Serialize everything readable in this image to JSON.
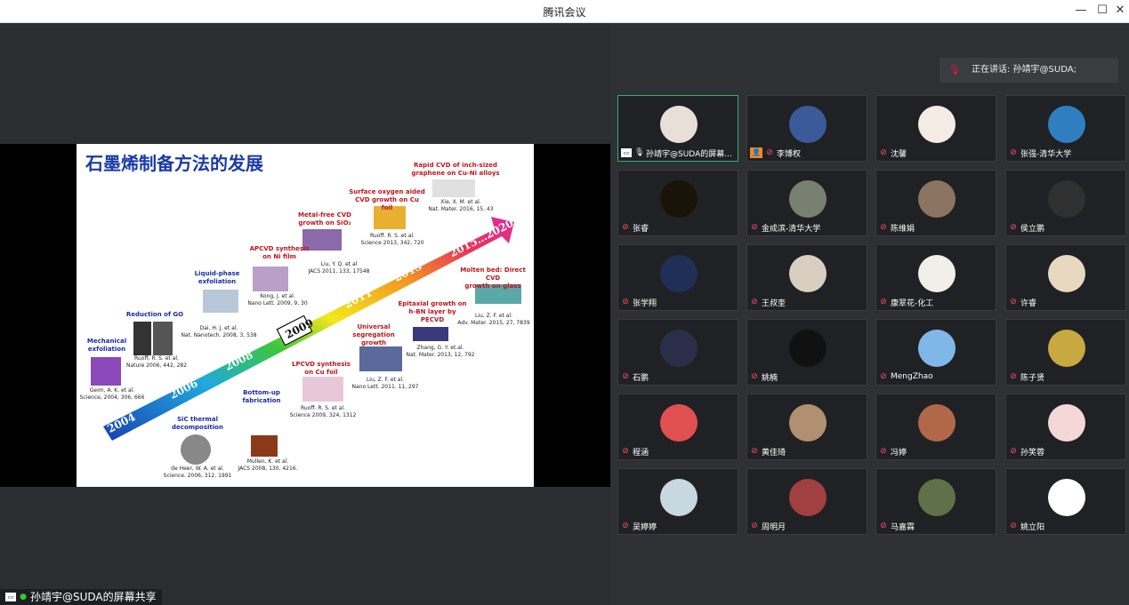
{
  "window": {
    "title": "腾讯会议",
    "controls": [
      "—",
      "☐",
      "✕"
    ]
  },
  "share": {
    "footer_label": "孙靖宇@SUDA的屏幕共享",
    "slide": {
      "title": "石墨烯制备方法的发展",
      "years": [
        "2004",
        "2006",
        "2008",
        "2009",
        "2011",
        "2013",
        "2015…2020"
      ],
      "items": [
        {
          "label": "Mechanical\nexfoliation",
          "ref": "Geim, A. K. et al.\nScience, 2004, 306, 666"
        },
        {
          "label": "Reduction of GO",
          "ref": "Ruoff, R. S. et al.\nNature 2006, 442, 282"
        },
        {
          "label": "SiC thermal\ndecomposition",
          "ref": "de Heer, W. A. et al.\nScience. 2006, 312, 1991"
        },
        {
          "label": "Liquid-phase\nexfoliation",
          "ref": "Dai, H. J. et al.\nNat. Nanotech. 2008, 3, 538"
        },
        {
          "label": "Bottom-up\nfabrication",
          "ref": "Mullen, K. et al.\nJACS 2008, 130, 4216."
        },
        {
          "label": "APCVD synthesis\non Ni film",
          "ref": "Kong, J. et al.\nNano Lett. 2009, 9, 30"
        },
        {
          "label": "LPCVD synthesis\non Cu foil",
          "ref": "Ruoff. R. S. et al.\nScience 2009, 324, 1312"
        },
        {
          "label": "Metal-free CVD\ngrowth on SiO₂",
          "ref": "Liu, Y. Q. et al\nJACS 2011, 133, 17548"
        },
        {
          "label": "Universal segregation\ngrowth",
          "ref": "Liu, Z. F. et al.\nNano Lett. 2011. 11, 297"
        },
        {
          "label": "Surface oxygen aided\nCVD growth on Cu foil",
          "ref": "Ruoff. R. S. et al.\nScience 2013, 342, 720"
        },
        {
          "label": "Epitaxial growth on\nh-BN layer by PECVD",
          "ref": "Zhang, G. Y. et.al.\nNat. Mater. 2013, 12, 792"
        },
        {
          "label": "Rapid CVD of inch-sized\ngraphene on Cu-Ni alloys",
          "ref": "Xie, X. M. et al.\nNat. Mater. 2016, 15, 43"
        },
        {
          "label": "Molten bed: Direct CVD\ngrowth on glass",
          "ref": "Liu, Z. F. et al.\nAdv. Mater. 2015, 27, 7839"
        }
      ]
    }
  },
  "panel": {
    "speaking_label": "正在讲话: 孙靖宇@SUDA;",
    "participants": [
      {
        "name": "孙靖宇@SUDA的屏幕...",
        "color": "#e8e0d8",
        "screen": true
      },
      {
        "name": "李博权",
        "color": "#3a5a9a",
        "host": true
      },
      {
        "name": "沈馨",
        "color": "#f4ece4"
      },
      {
        "name": "张强-清华大学",
        "color": "#2f7fc0"
      },
      {
        "name": "张睿",
        "color": "#1a1408"
      },
      {
        "name": "金成滨-清华大学",
        "color": "#7a8070"
      },
      {
        "name": "陈维娟",
        "color": "#8a7360"
      },
      {
        "name": "侯立鹏",
        "color": "#303030"
      },
      {
        "name": "张学翔",
        "color": "#1f2f55"
      },
      {
        "name": "王叔奎",
        "color": "#d8cfc0"
      },
      {
        "name": "康翠花-化工",
        "color": "#f2efe8"
      },
      {
        "name": "许睿",
        "color": "#e8d8c0"
      },
      {
        "name": "石鹏",
        "color": "#2a2e48"
      },
      {
        "name": "姚楠",
        "color": "#111111"
      },
      {
        "name": "MengZhao",
        "color": "#7fb8e8"
      },
      {
        "name": "陈子贤",
        "color": "#c8a840"
      },
      {
        "name": "程涵",
        "color": "#e05050"
      },
      {
        "name": "黄佳琦",
        "color": "#b09070"
      },
      {
        "name": "冯婷",
        "color": "#b06848"
      },
      {
        "name": "孙笑蓉",
        "color": "#f4d8d8"
      },
      {
        "name": "吴婷婷",
        "color": "#c8d8e0"
      },
      {
        "name": "周明月",
        "color": "#a04040"
      },
      {
        "name": "马嘉霖",
        "color": "#607048"
      },
      {
        "name": "姚立阳",
        "color": "#ffffff"
      }
    ]
  },
  "colors": {
    "accent_border": "#2eb36a",
    "mic_muted": "#ff5555",
    "host_badge": "#f08a1d"
  }
}
